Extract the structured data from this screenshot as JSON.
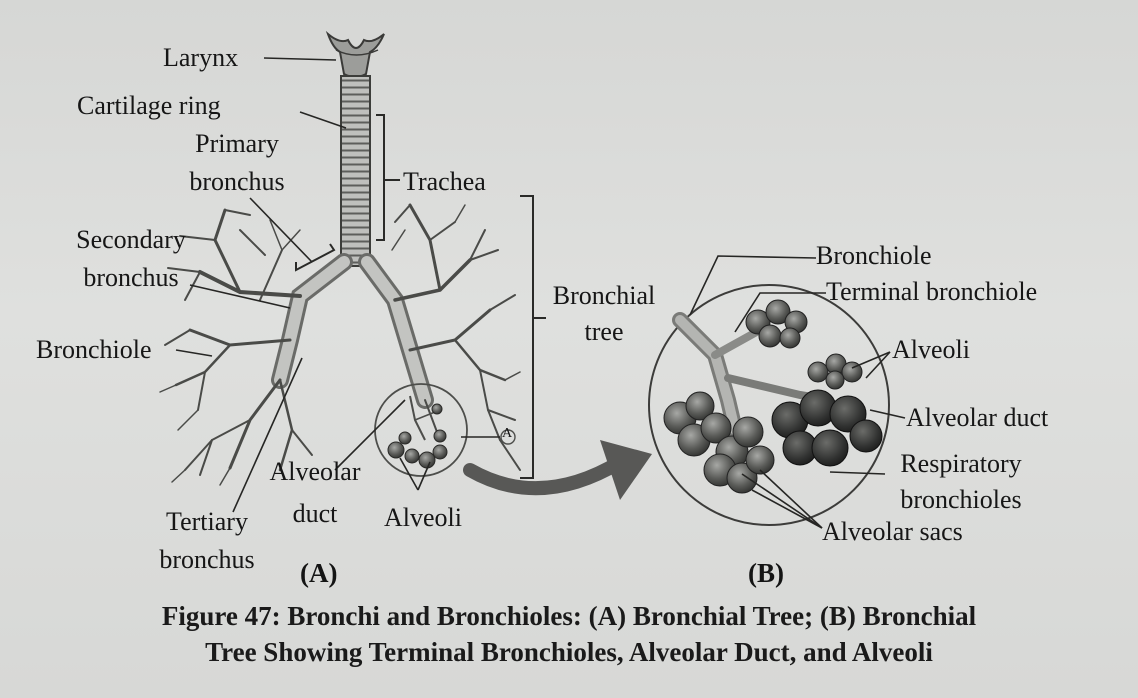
{
  "labels": {
    "larynx": "Larynx",
    "cartilage_ring": "Cartilage ring",
    "primary_bronchus_1": "Primary",
    "primary_bronchus_2": "bronchus",
    "trachea": "Trachea",
    "secondary_bronchus_1": "Secondary",
    "secondary_bronchus_2": "bronchus",
    "bronchiole_a": "Bronchiole",
    "bronchial_tree_1": "Bronchial",
    "bronchial_tree_2": "tree",
    "alveolar_duct_a_1": "Alveolar",
    "alveolar_duct_a_2": "duct",
    "alveoli_a": "Alveoli",
    "tertiary_bronchus_1": "Tertiary",
    "tertiary_bronchus_2": "bronchus",
    "bronchiole_b": "Bronchiole",
    "terminal_bronchiole": "Terminal bronchiole",
    "alveoli_b": "Alveoli",
    "alveolar_duct_b": "Alveolar duct",
    "respiratory_bronchioles_1": "Respiratory",
    "respiratory_bronchioles_2": "bronchioles",
    "alveolar_sacs": "Alveolar sacs",
    "small_a": "A"
  },
  "panels": {
    "a": "(A)",
    "b": "(B)"
  },
  "caption": {
    "line1": "Figure 47: Bronchi and Bronchioles: (A) Bronchial Tree; (B) Bronchial",
    "line2": "Tree Showing Terminal Bronchioles, Alveolar Duct, and Alveoli"
  }
}
